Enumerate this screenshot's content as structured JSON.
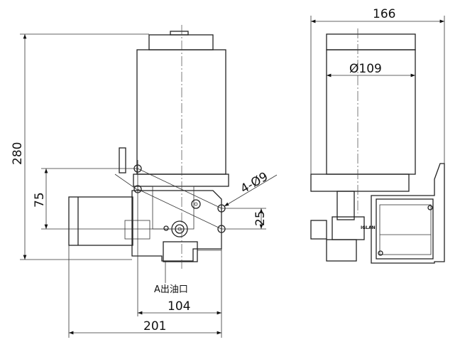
{
  "dimensions": {
    "width_side": "166",
    "diameter_reservoir": "Ø109",
    "height_total": "280",
    "hole_spacing_vertical": "75",
    "mounting_holes": "4-Ø9",
    "hole_offset": "25",
    "hole_spacing_horizontal": "104",
    "width_front": "201"
  },
  "labels": {
    "outlet": "A出油口",
    "brand": "IGLAN"
  }
}
